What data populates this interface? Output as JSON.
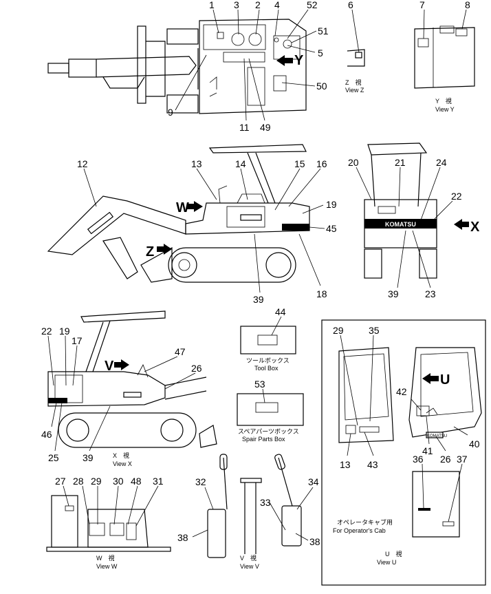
{
  "callouts": {
    "n1": "1",
    "n2": "2",
    "n3": "3",
    "n4": "4",
    "n5": "5",
    "n6": "6",
    "n7": "7",
    "n8": "8",
    "n9": "9",
    "n11": "11",
    "n12": "12",
    "n13": "13",
    "n14": "14",
    "n15": "15",
    "n16": "16",
    "n17": "17",
    "n18": "18",
    "n19": "19",
    "n20": "20",
    "n21": "21",
    "n22": "22",
    "n23": "23",
    "n24": "24",
    "n25": "25",
    "n26": "26",
    "n27": "27",
    "n28": "28",
    "n29": "29",
    "n30": "30",
    "n31": "31",
    "n32": "32",
    "n33": "33",
    "n34": "34",
    "n35": "35",
    "n36": "36",
    "n37": "37",
    "n38": "38",
    "n39": "39",
    "n40": "40",
    "n41": "41",
    "n42": "42",
    "n43": "43",
    "n44": "44",
    "n45": "45",
    "n46": "46",
    "n47": "47",
    "n48": "48",
    "n49": "49",
    "n50": "50",
    "n51": "51",
    "n52": "52",
    "n53": "53"
  },
  "view_arrows": {
    "w": "W",
    "z": "Z",
    "x": "X",
    "y": "Y",
    "v": "V",
    "u": "U"
  },
  "captions": {
    "view_z_jp": "Z　視",
    "view_z_en": "View Z",
    "view_y_jp": "Y　視",
    "view_y_en": "View Y",
    "view_x_jp": "X　視",
    "view_x_en": "View X",
    "view_w_jp": "W　視",
    "view_w_en": "View W",
    "view_v_jp": "V　視",
    "view_v_en": "View V",
    "view_u_jp": "U　視",
    "view_u_en": "View U",
    "toolbox_jp": "ツールボックス",
    "toolbox_en": "Tool Box",
    "spare_jp": "スペアパーツボックス",
    "spare_en": "Spair Parts Box",
    "cab_jp": "オペレータキャブ用",
    "cab_en": "For Operator's Cab"
  },
  "decals": {
    "brand": "KOMATSU"
  }
}
